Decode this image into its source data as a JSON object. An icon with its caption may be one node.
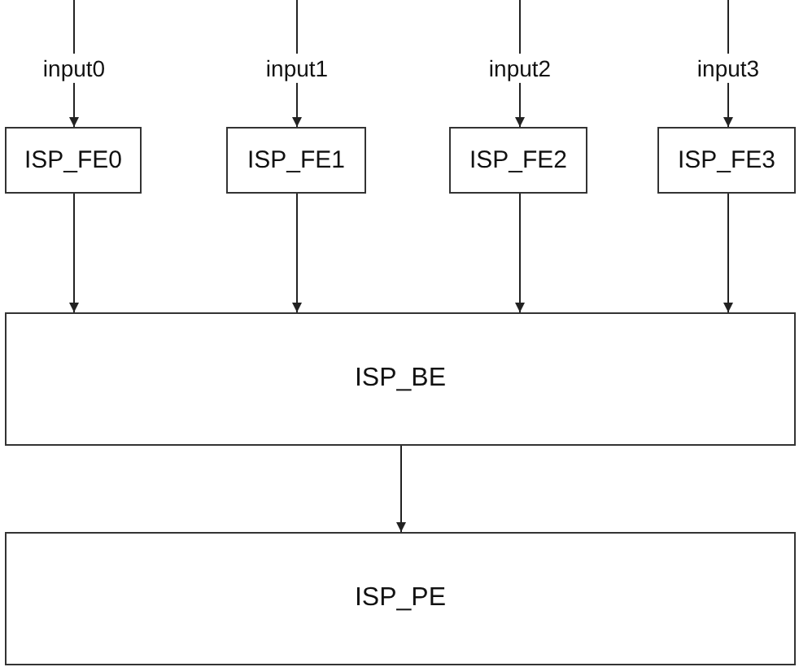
{
  "diagram": {
    "nodes": [
      {
        "text": [
          "ISP_FE0"
        ]
      },
      {
        "text": [
          "ISP_FE1"
        ]
      },
      {
        "text": [
          "ISP_FE2"
        ]
      },
      {
        "text": [
          "ISP_FE3"
        ]
      },
      {
        "text": [
          "ISP_BE"
        ]
      },
      {
        "text": [
          "ISP_PE"
        ]
      }
    ],
    "edges": [
      {
        "from": null,
        "to": 0,
        "arrow": "to",
        "label": "input0"
      },
      {
        "from": null,
        "to": 1,
        "arrow": "to",
        "label": "input1"
      },
      {
        "from": null,
        "to": 2,
        "arrow": "to",
        "label": "input2"
      },
      {
        "from": null,
        "to": 3,
        "arrow": "to",
        "label": "input3"
      },
      {
        "from": 0,
        "to": 4,
        "arrow": "to"
      },
      {
        "from": 1,
        "to": 4,
        "arrow": "to"
      },
      {
        "from": 2,
        "to": 4,
        "arrow": "to"
      },
      {
        "from": 3,
        "to": 4,
        "arrow": "to"
      },
      {
        "from": 4,
        "to": 5,
        "arrow": "to"
      }
    ]
  }
}
